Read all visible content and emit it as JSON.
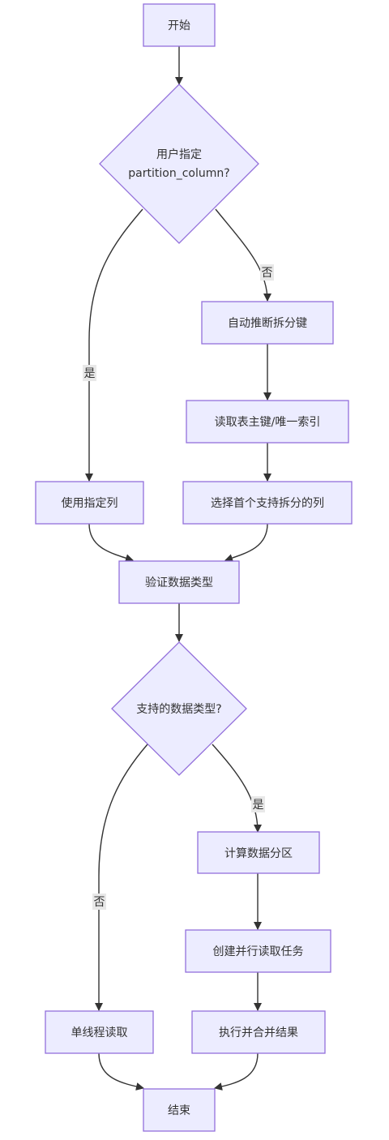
{
  "nodes": {
    "start": "开始",
    "decision1_line1": "用户指定",
    "decision1_line2": "partition_column?",
    "auto_infer": "自动推断拆分键",
    "read_keys": "读取表主键/唯一索引",
    "use_column": "使用指定列",
    "select_first": "选择首个支持拆分的列",
    "validate": "验证数据类型",
    "decision2": "支持的数据类型?",
    "calc_partition": "计算数据分区",
    "create_tasks": "创建并行读取任务",
    "single_read": "单线程读取",
    "merge": "执行并合并结果",
    "end": "结束"
  },
  "edge_labels": {
    "d1_no": "否",
    "d1_yes": "是",
    "d2_yes": "是",
    "d2_no": "否"
  },
  "colors": {
    "node_fill": "#ECECFF",
    "node_stroke": "#9370DB",
    "edge": "#333333",
    "label_bg": "#e8e8e8"
  }
}
